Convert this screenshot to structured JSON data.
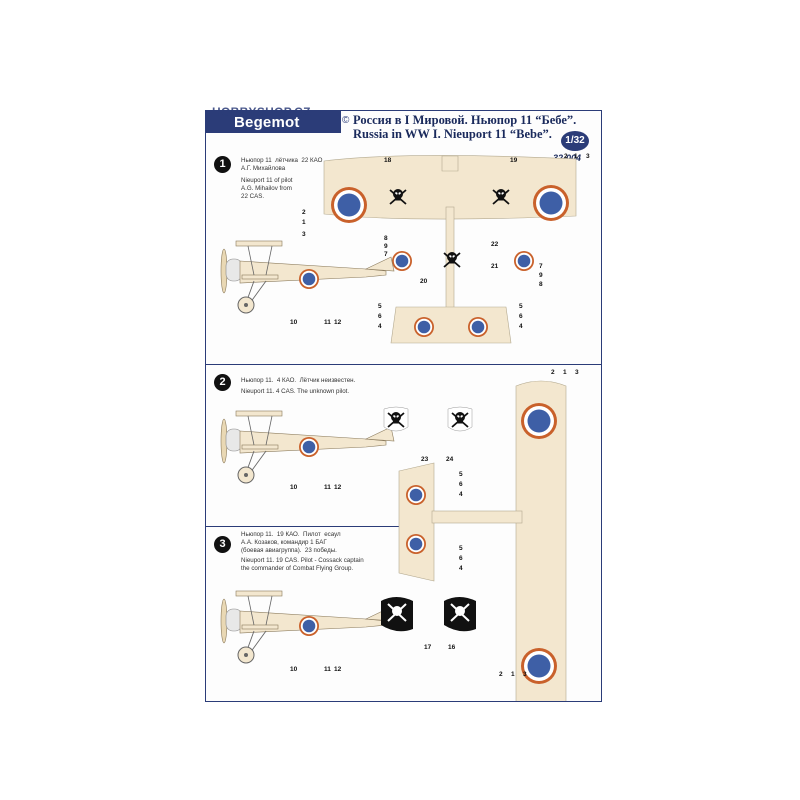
{
  "header": {
    "shop": "HOBBYSHOP.CZ",
    "brand": "Begemot",
    "copyright": "©",
    "title_ru": "Россия в I Мировой. Ньюпор 11 “Бебе”.",
    "title_en": "Russia in WW I.  Nieuport 11 “Bebe”.",
    "scale": "1/32",
    "catalog": "32-004"
  },
  "sections": [
    {
      "number": "1",
      "caption_ru": "Ньюпор 11  лётчика  22 КАО\nА.Г. Михайлова",
      "caption_en": "Nieuport 11 of pilot\nA.G. Mihailov from\n22 CAS."
    },
    {
      "number": "2",
      "caption_ru": "Ньюпор 11.  4 КАО.  Лётчик неизвестен.",
      "caption_en": "Nieuport 11. 4 CAS. The unknown pilot."
    },
    {
      "number": "3",
      "caption_ru": "Ньюпор 11.  19 КАО.  Пилот  есаул\nА.А. Козаков, командир 1 БАГ\n(боевая авиагруппа).  23 победы.",
      "caption_en": "Nieuport 11. 19 CAS. Pilot - Cossack captain\nthe commander of Combat Flying Group."
    }
  ],
  "callouts": {
    "s1_wing": [
      "18",
      "19",
      "2",
      "1",
      "3",
      "2",
      "1",
      "3"
    ],
    "s1_fuselage": [
      "8",
      "9",
      "7",
      "20",
      "22",
      "21",
      "7",
      "9",
      "8"
    ],
    "s1_tail": [
      "5",
      "6",
      "4",
      "5",
      "6",
      "4"
    ],
    "s1_side": [
      "10",
      "11",
      "12"
    ],
    "s2_side": [
      "10",
      "11",
      "12"
    ],
    "s2_skulls": [
      "23",
      "24"
    ],
    "s2_top": [
      "2",
      "1",
      "3",
      "5",
      "6",
      "4",
      "5",
      "6",
      "4"
    ],
    "s3_side": [
      "10",
      "11",
      "12"
    ],
    "s3_skulls": [
      "17",
      "16"
    ],
    "s3_bottom": [
      "2",
      "1",
      "3"
    ]
  },
  "colors": {
    "border": "#2b3c78",
    "fabric": "#f3e7cf",
    "roundel_red": "#c9612b",
    "roundel_blue": "#3e5fa6",
    "roundel_white": "#ffffff"
  }
}
